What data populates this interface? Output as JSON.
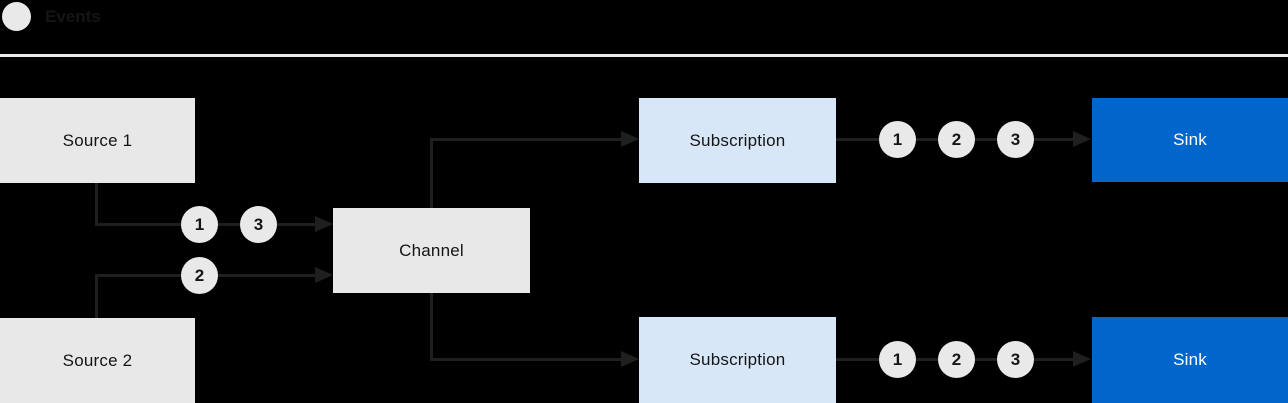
{
  "legend": {
    "label": "Events"
  },
  "colors": {
    "background": "#000000",
    "box_gray": "#e8e8e8",
    "circle_gray": "#e9e9e9",
    "box_blue_light": "#d7e7f8",
    "sink_blue": "#0066cc",
    "line": "#1f1f1f",
    "text_dark": "#151515",
    "text_light": "#ffffff",
    "divider": "#ebebeb"
  },
  "nodes": {
    "source1": {
      "label": "Source 1"
    },
    "source2": {
      "label": "Source 2"
    },
    "channel": {
      "label": "Channel"
    },
    "subscription_top": {
      "label": "Subscription"
    },
    "subscription_bottom": {
      "label": "Subscription"
    },
    "sink_top": {
      "label": "Sink"
    },
    "sink_bottom": {
      "label": "Sink"
    }
  },
  "events": {
    "source1_to_channel": [
      "1",
      "3"
    ],
    "source2_to_channel": [
      "2"
    ],
    "subscription_top_to_sink": [
      "1",
      "2",
      "3"
    ],
    "subscription_bottom_to_sink": [
      "1",
      "2",
      "3"
    ]
  }
}
